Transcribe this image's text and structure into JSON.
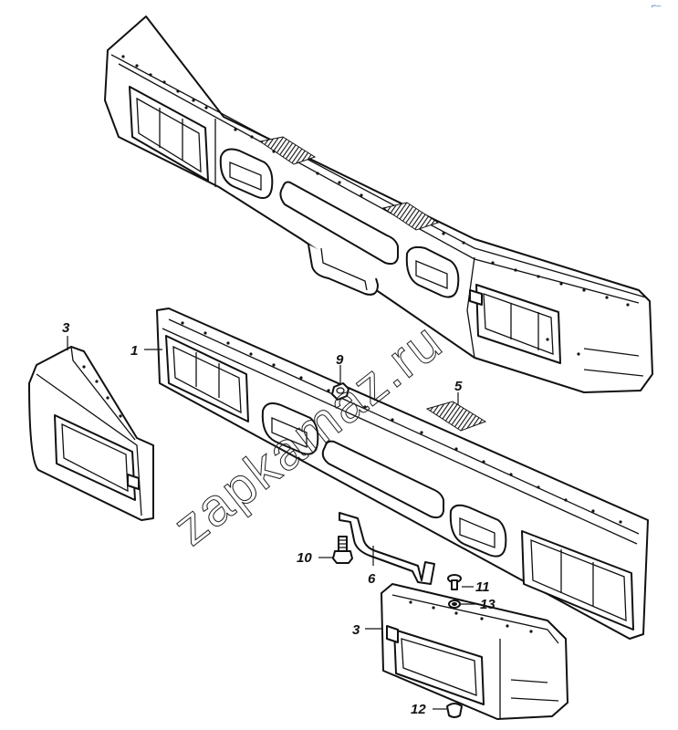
{
  "watermark": "zapkamaz.ru",
  "corner_mark": "⌐–",
  "callouts": {
    "c1": "1",
    "c3a": "3",
    "c3b": "3",
    "c5": "5",
    "c6": "6",
    "c9": "9",
    "c10": "10",
    "c11": "11",
    "c12": "12",
    "c13": "13"
  },
  "colors": {
    "line": "#111111",
    "paper": "#ffffff",
    "corner_mark": "#3a63b8"
  }
}
